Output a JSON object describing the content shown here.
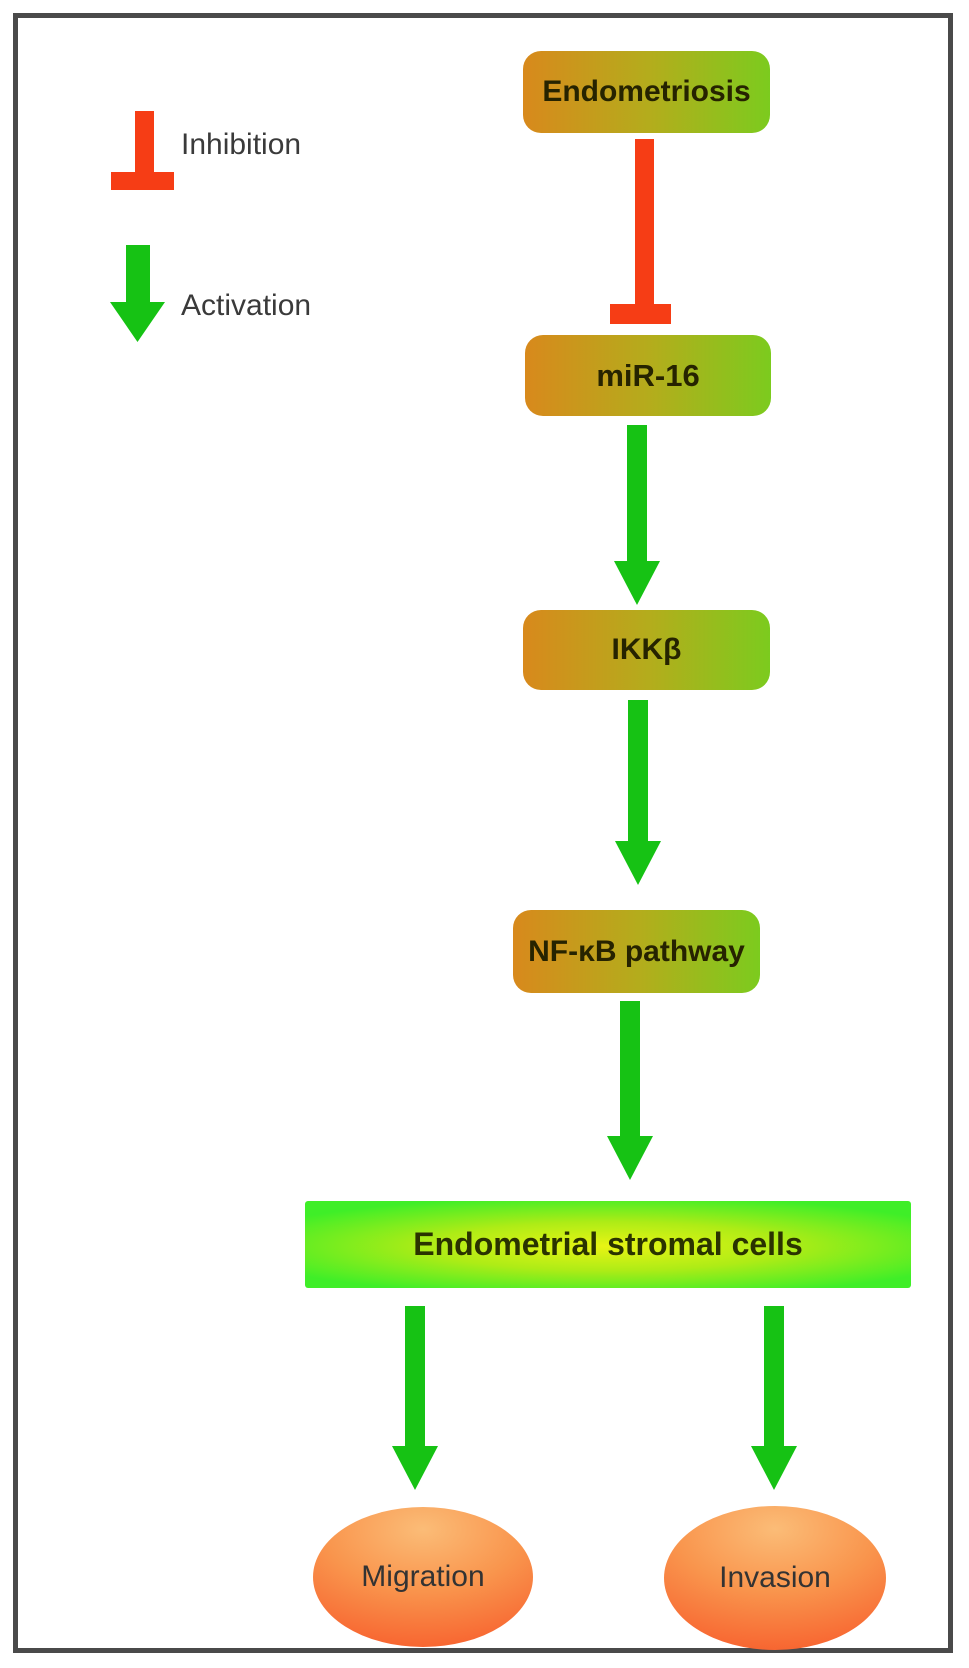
{
  "legend": {
    "inhibition_label": "Inhibition",
    "activation_label": "Activation"
  },
  "diagram": {
    "nodes": [
      {
        "id": "endometriosis",
        "label": "Endometriosis",
        "shape": "rounded-gradient-box"
      },
      {
        "id": "mir16",
        "label": "miR-16",
        "shape": "rounded-gradient-box"
      },
      {
        "id": "ikkb",
        "label": "IKKβ",
        "shape": "rounded-gradient-box"
      },
      {
        "id": "nfkb",
        "label": "NF-κB pathway",
        "shape": "rounded-gradient-box"
      },
      {
        "id": "stromal",
        "label": "Endometrial stromal cells",
        "shape": "green-glow-rectangle"
      },
      {
        "id": "migration",
        "label": "Migration",
        "shape": "orange-ellipse"
      },
      {
        "id": "invasion",
        "label": "Invasion",
        "shape": "orange-ellipse"
      }
    ],
    "edges": [
      {
        "from": "Endometriosis",
        "to": "miR-16",
        "type": "inhibition"
      },
      {
        "from": "miR-16",
        "to": "IKKβ",
        "type": "activation"
      },
      {
        "from": "IKKβ",
        "to": "NF-κB pathway",
        "type": "activation"
      },
      {
        "from": "NF-κB pathway",
        "to": "Endometrial stromal cells",
        "type": "activation"
      },
      {
        "from": "Endometrial stromal cells",
        "to": "Migration",
        "type": "activation"
      },
      {
        "from": "Endometrial stromal cells",
        "to": "Invasion",
        "type": "activation"
      }
    ]
  },
  "colors": {
    "inhibition_red": "#F63D15",
    "activation_green": "#16C214",
    "box_orange": "#D8891C",
    "box_olive": "#B3AD1C",
    "box_green": "#7CCB1E",
    "stromal_green": "#3FEE28",
    "stromal_yellow": "#E8F414",
    "ellipse_light": "#FBBC77",
    "ellipse_mid": "#F9954D",
    "ellipse_deep": "#F75F2D",
    "frame_border": "#4A4A4A",
    "text_dark": "#262300",
    "label_gray": "#3A3A3A"
  }
}
